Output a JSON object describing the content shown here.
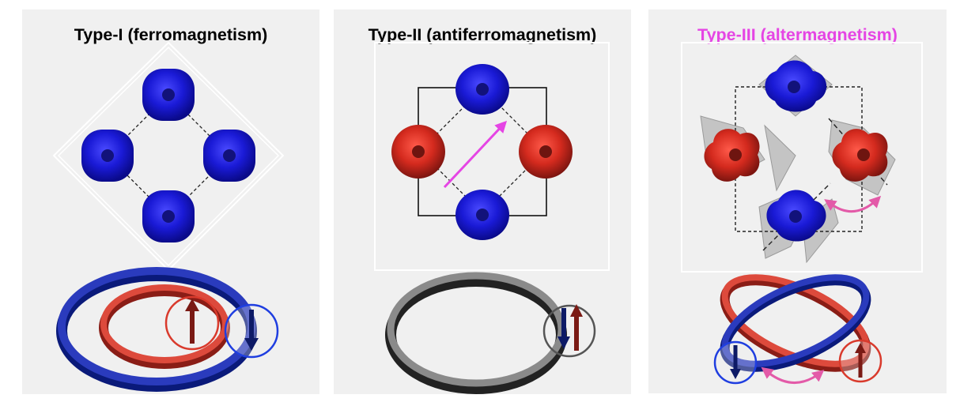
{
  "panels": [
    {
      "id": "type-i",
      "title": "Type-I (ferromagnetism)"
    },
    {
      "id": "type-ii",
      "title": "Type-II (antiferromagnetism)"
    },
    {
      "id": "type-iii",
      "title": "Type-III (altermagnetism)"
    }
  ],
  "colors": {
    "panel_bg": "#f0f0f0",
    "spin_up": "#d02b20",
    "spin_down": "#1f1fcc",
    "ring_blue": "#2233aa",
    "ring_red": "#cc3b30",
    "ring_gray": "#555555",
    "arrow_dark_red": "#7a1a14",
    "arrow_dark_blue": "#0d1a66",
    "magenta_arrow": "#e545e4",
    "pink_arrow": "#e35aa8",
    "title_highlight": "#e545e4"
  },
  "icons": [
    "spin-up-arrow-icon",
    "spin-down-arrow-icon",
    "translation-arrow-icon",
    "rotation-arrow-icon"
  ]
}
